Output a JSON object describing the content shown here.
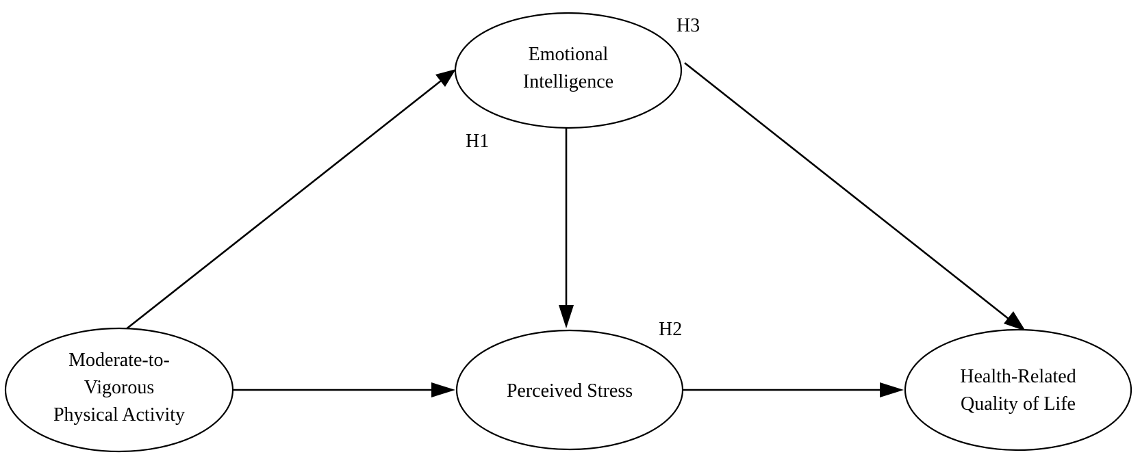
{
  "nodes": {
    "mvpa": {
      "lines": [
        "Moderate-to-",
        "Vigorous",
        "Physical Activity"
      ]
    },
    "ei": {
      "lines": [
        "Emotional",
        "Intelligence"
      ]
    },
    "ps": {
      "lines": [
        "Perceived Stress"
      ]
    },
    "hrqol": {
      "lines": [
        "Health-Related",
        "Quality of Life"
      ]
    }
  },
  "hypotheses": {
    "h1": "H1",
    "h2": "H2",
    "h3": "H3"
  },
  "edges": [
    {
      "from": "mvpa",
      "to": "ei"
    },
    {
      "from": "ei",
      "to": "ps"
    },
    {
      "from": "ei",
      "to": "hrqol"
    },
    {
      "from": "mvpa",
      "to": "ps"
    },
    {
      "from": "ps",
      "to": "hrqol"
    }
  ],
  "colors": {
    "stroke": "#000000",
    "background": "#ffffff"
  }
}
